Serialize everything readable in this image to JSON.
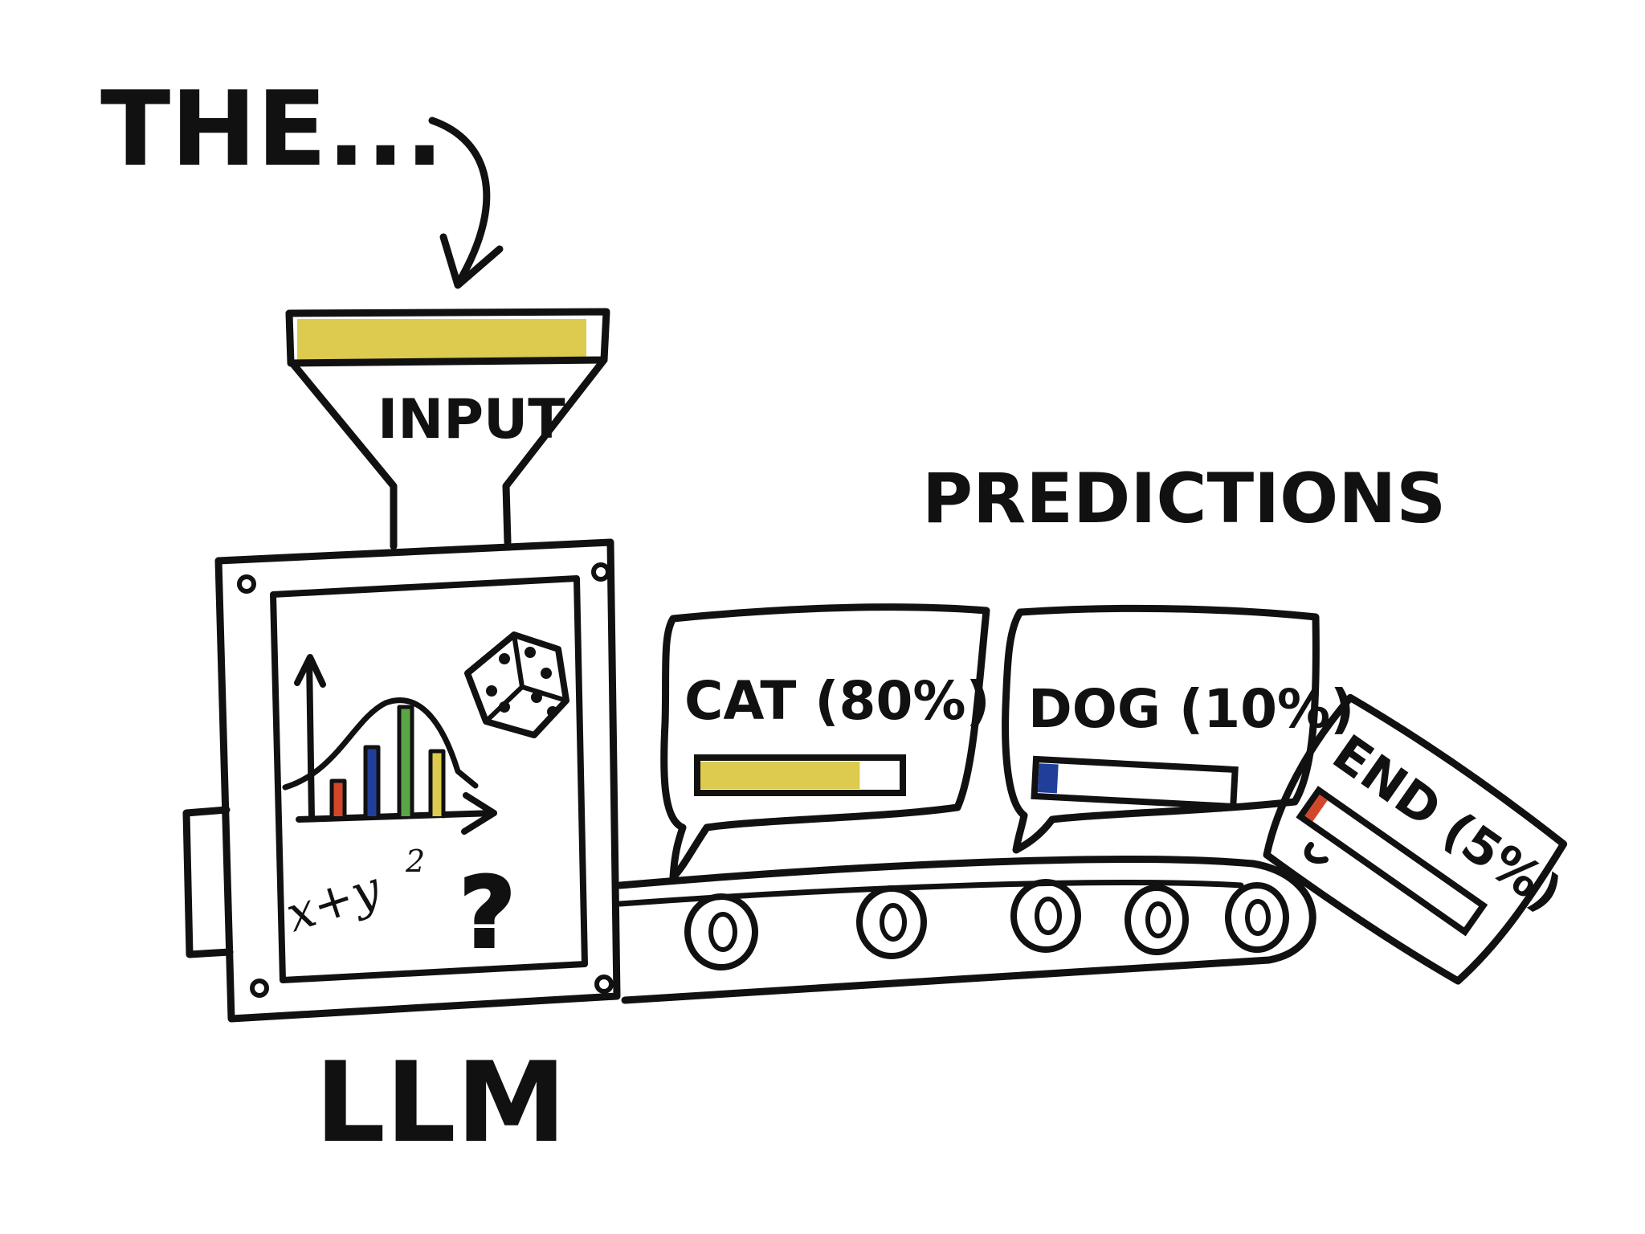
{
  "labels": {
    "prompt": "THE...",
    "input": "INPUT",
    "predictions_heading": "PREDICTIONS",
    "model": "LLM",
    "formula_base": "x+y",
    "formula_exp": "2",
    "question_mark": "?"
  },
  "predictions": [
    {
      "label": "CAT (80%)",
      "probability": 0.8,
      "color": "#dccb4e"
    },
    {
      "label": "DOG (10%)",
      "probability": 0.1,
      "color": "#1f3f9a"
    },
    {
      "label": "END (5%)",
      "probability": 0.05,
      "color": "#d2472a"
    }
  ],
  "colors": {
    "ink": "#111111",
    "funnel_fill": "#dccb4e",
    "question_mark": "#dccb4e",
    "mini_bars": [
      "#d2472a",
      "#1f3f9a",
      "#5aa647",
      "#dccb4e"
    ]
  },
  "icons": [
    "funnel-icon",
    "dice-icon",
    "bell-curve-chart-icon",
    "conveyor-belt-icon",
    "arrow-icon"
  ]
}
